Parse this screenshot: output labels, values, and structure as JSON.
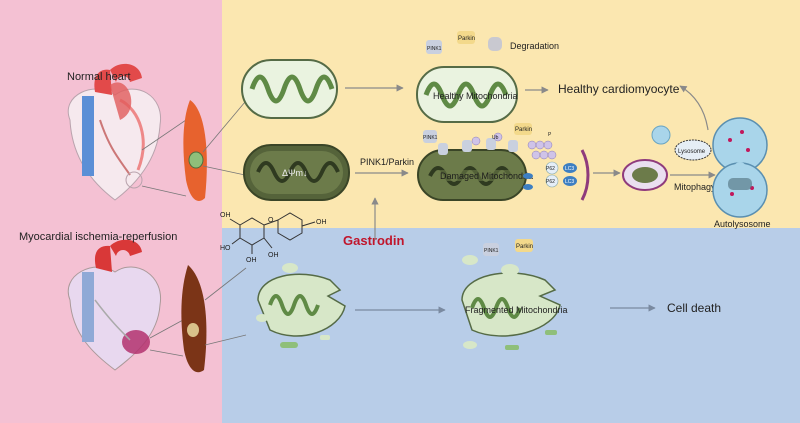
{
  "labels": {
    "normal_heart": "Normal heart",
    "ischemia": "Myocardial ischemia-reperfusion",
    "gastrodin": "Gastrodin",
    "pink1_parkin_arrow": "PINK1/Parkin",
    "healthy_mito": "Healthy Mitochondria",
    "degradation": "Degradation",
    "healthy_cardiomyocyte": "Healthy cardiomyocyte",
    "damaged_mito": "Damaged Mitochondria",
    "mitophagy": "Mitophagy",
    "lysosome": "Lysosome",
    "autolysosome": "Autolysosome",
    "fragmented_mito": "Fragmented Mitochondria",
    "cell_death": "Cell death",
    "pink1_top": "PINK1",
    "parkin_top": "Parkin",
    "pink1_mid": "PINK1",
    "parkin_mid": "Parkin",
    "pink1_bottom": "PINK1",
    "parkin_bottom": "Parkin",
    "delta_psi": "ΔΨm↓",
    "p62_a": "P62",
    "p62_b": "P62",
    "lc3_a": "LC3",
    "lc3_b": "LC3",
    "ub": "Ub",
    "p": "P",
    "oh": "OH",
    "ho": "HO",
    "o": "O"
  },
  "colors": {
    "left_panel": "#f4c1d3",
    "top_panel": "#fbe7b0",
    "bottom_panel": "#b8cde8",
    "gastrodin": "#c0152b",
    "mito_fill": "#9dc48a",
    "mito_dark": "#4d5d36",
    "arrow": "#8a8a8a"
  }
}
